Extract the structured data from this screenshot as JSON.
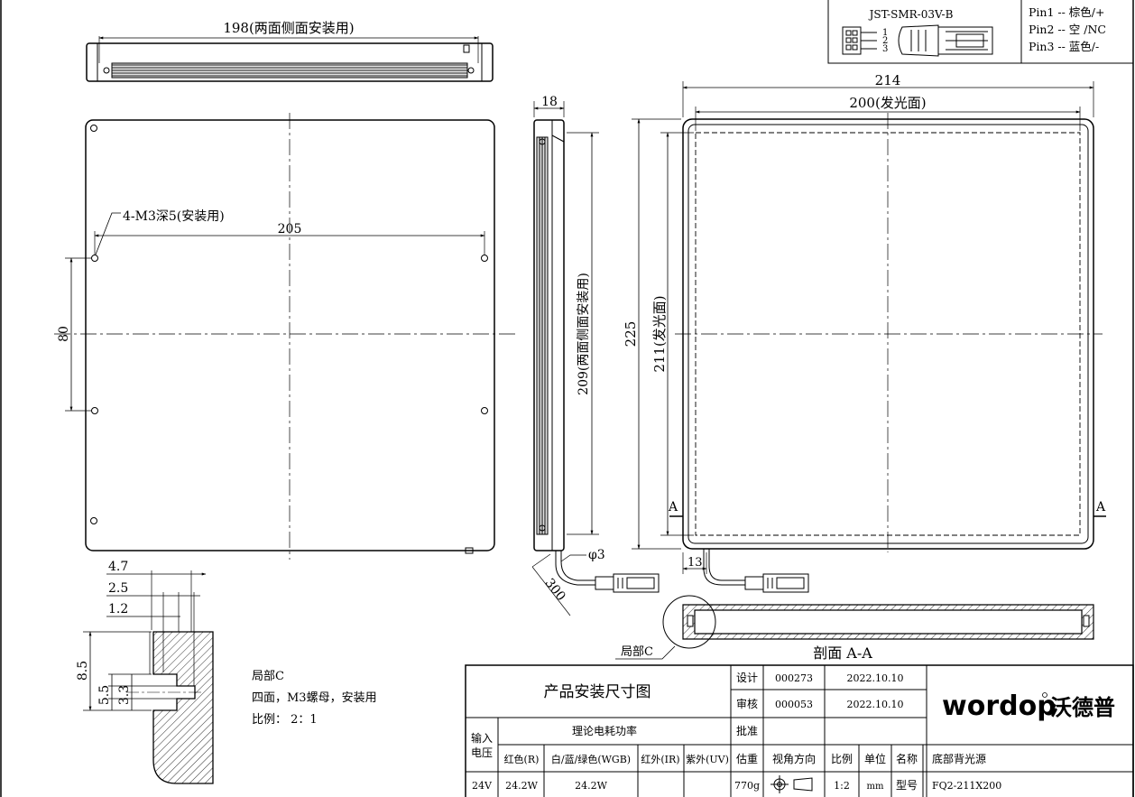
{
  "connector": {
    "model": "JST-SMR-03V-B",
    "pin_numbers": [
      "1",
      "2",
      "3"
    ],
    "pins": [
      "Pin1 -- 棕色/+",
      "Pin2 -- 空 /NC",
      "Pin3 -- 蓝色/-"
    ]
  },
  "top_view": {
    "width_label": "198(两面侧面安装用)"
  },
  "front_view": {
    "hole_note": "4-M3深5(安装用)",
    "hole_spacing_h": "205",
    "hole_spacing_v": "80"
  },
  "side_view": {
    "thickness": "18",
    "mount_length": "209(两面侧面安装用)",
    "cable_diameter": "φ3",
    "cable_length": "300"
  },
  "main_view": {
    "overall_width": "214",
    "emit_width": "200(发光面)",
    "overall_height": "225",
    "emit_height": "211(发光面)",
    "section_mark_left": "A",
    "section_mark_right": "A",
    "cable_offset": "13"
  },
  "section_view": {
    "title": "剖面 A-A",
    "detail_label": "局部C"
  },
  "detail": {
    "dims": [
      "4.7",
      "2.5",
      "1.2",
      "8.5",
      "5.5",
      "3.3"
    ],
    "notes": [
      "局部C",
      "四面，M3螺母，安装用",
      "比例： 2：1"
    ]
  },
  "title_block": {
    "drawing_title": "产品安装尺寸图",
    "design_label": "设计",
    "design_code": "000273",
    "design_date": "2022.10.10",
    "review_label": "审核",
    "review_code": "000053",
    "review_date": "2022.10.10",
    "approve_label": "批准",
    "input_voltage_label": "输入电压",
    "power_label": "理论电耗功率",
    "col_red": "红色(R)",
    "col_white": "白/蓝/绿色(WGB)",
    "col_ir": "红外(IR)",
    "col_uv": "紫外(UV)",
    "col_weight": "估重",
    "col_view": "视角方向",
    "col_scale": "比例",
    "col_unit": "单位",
    "col_name": "名称",
    "name_value": "底部背光源",
    "voltage": "24V",
    "red_power": "24.2W",
    "white_power": "24.2W",
    "weight": "770g",
    "scale": "1:2",
    "unit": "mm",
    "model_label": "型号",
    "model_value": "FQ2-211X200",
    "logo_latin": "wordop",
    "logo_cn": "沃德普"
  }
}
